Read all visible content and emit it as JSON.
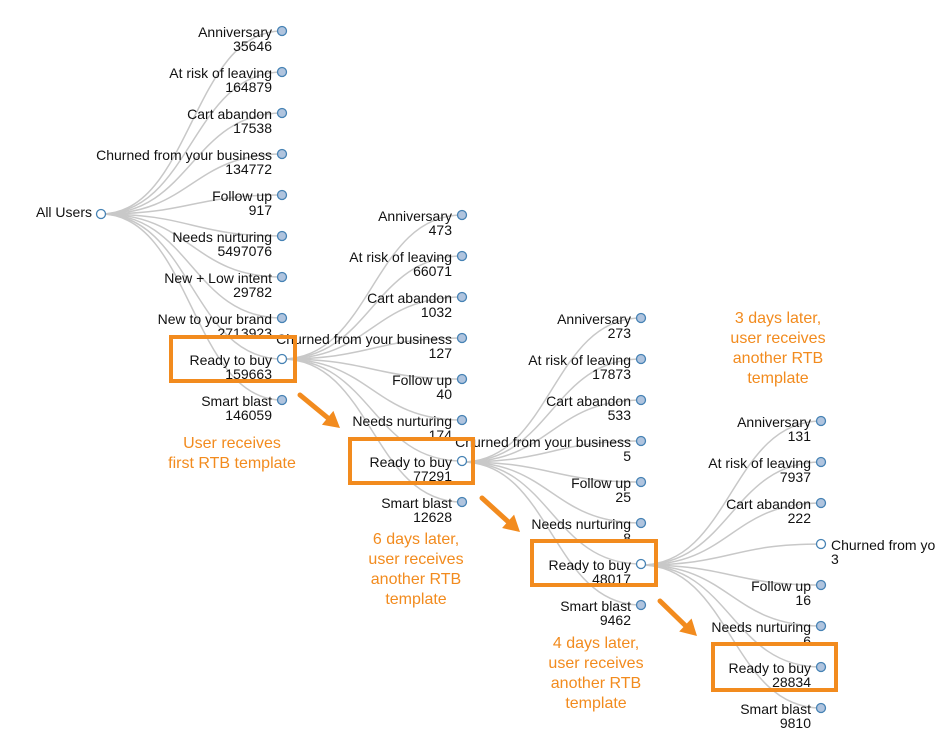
{
  "colors": {
    "link": "#c8c8c8",
    "node_fill": "#b0c4de",
    "node_open_fill": "#ffffff",
    "node_stroke": "#4682b4",
    "highlight": "#f28b1e"
  },
  "tree": {
    "root": {
      "label": "All Users"
    },
    "level1": [
      {
        "label": "Anniversary",
        "count": "35646"
      },
      {
        "label": "At risk of leaving",
        "count": "164879"
      },
      {
        "label": "Cart abandon",
        "count": "17538"
      },
      {
        "label": "Churned from your business",
        "count": "134772"
      },
      {
        "label": "Follow up",
        "count": "917"
      },
      {
        "label": "Needs nurturing",
        "count": "5497076"
      },
      {
        "label": "New + Low intent",
        "count": "29782"
      },
      {
        "label": "New to your brand",
        "count": "2713923"
      },
      {
        "label": "Ready to buy",
        "count": "159663"
      },
      {
        "label": "Smart blast",
        "count": "146059"
      }
    ],
    "level2": [
      {
        "label": "Anniversary",
        "count": "473"
      },
      {
        "label": "At risk of leaving",
        "count": "66071"
      },
      {
        "label": "Cart abandon",
        "count": "1032"
      },
      {
        "label": "Churned from your business",
        "count": "127"
      },
      {
        "label": "Follow up",
        "count": "40"
      },
      {
        "label": "Needs nurturing",
        "count": "174"
      },
      {
        "label": "Ready to buy",
        "count": "77291"
      },
      {
        "label": "Smart blast",
        "count": "12628"
      }
    ],
    "level3": [
      {
        "label": "Anniversary",
        "count": "273"
      },
      {
        "label": "At risk of leaving",
        "count": "17873"
      },
      {
        "label": "Cart abandon",
        "count": "533"
      },
      {
        "label": "Churned from your business",
        "count": "5"
      },
      {
        "label": "Follow up",
        "count": "25"
      },
      {
        "label": "Needs nurturing",
        "count": "8"
      },
      {
        "label": "Ready to buy",
        "count": "48017"
      },
      {
        "label": "Smart blast",
        "count": "9462"
      }
    ],
    "level4": [
      {
        "label": "Anniversary",
        "count": "131"
      },
      {
        "label": "At risk of leaving",
        "count": "7937"
      },
      {
        "label": "Cart abandon",
        "count": "222"
      },
      {
        "label": "Churned from yo",
        "count": "3"
      },
      {
        "label": "Follow up",
        "count": "16"
      },
      {
        "label": "Needs nurturing",
        "count": "6"
      },
      {
        "label": "Ready to buy",
        "count": "28834"
      },
      {
        "label": "Smart blast",
        "count": "9810"
      }
    ]
  },
  "annotations": [
    {
      "lines": [
        "User receives",
        "first RTB template"
      ]
    },
    {
      "lines": [
        "6 days later,",
        "user receives",
        "another RTB",
        "template"
      ]
    },
    {
      "lines": [
        "4 days later,",
        "user receives",
        "another RTB",
        "template"
      ]
    },
    {
      "lines": [
        "3 days later,",
        "user receives",
        "another RTB",
        "template"
      ]
    }
  ]
}
